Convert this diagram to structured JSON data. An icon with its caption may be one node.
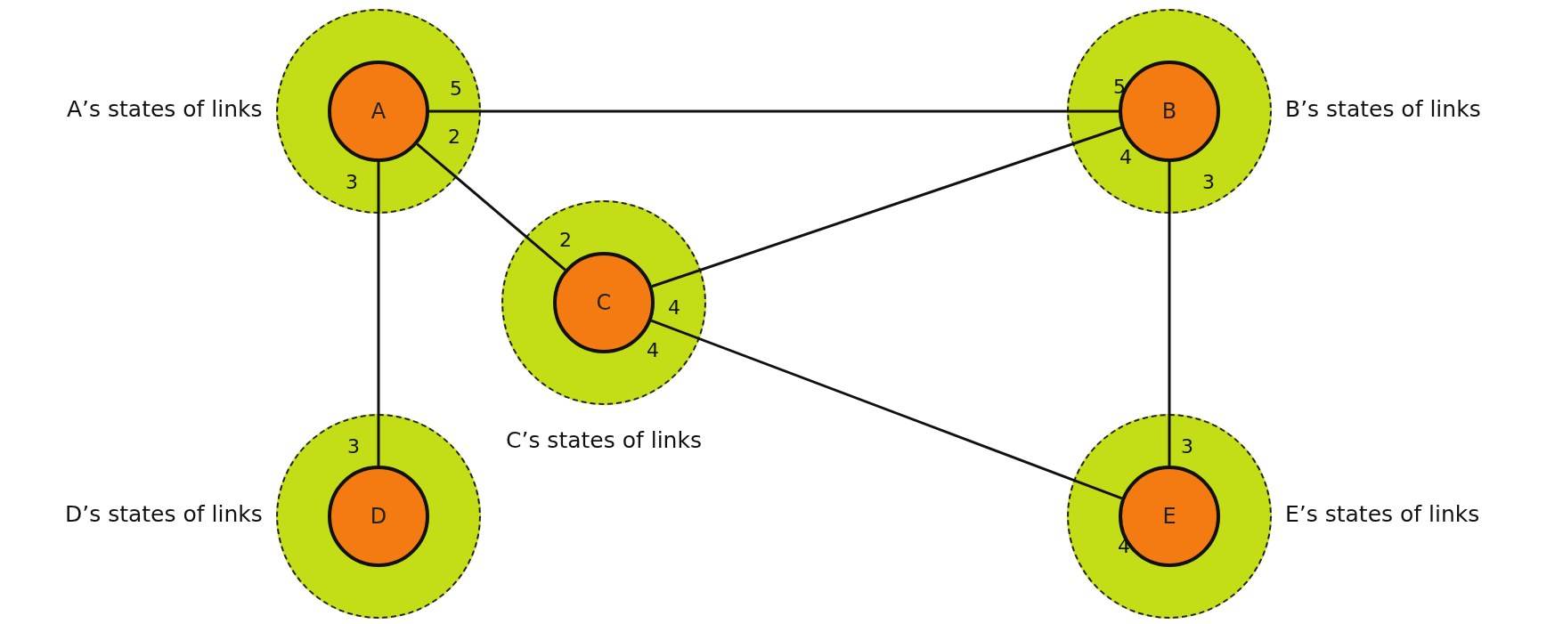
{
  "diagram": {
    "nodes": [
      {
        "text": [],
        "shape": "circle",
        "beside": [
          "A’s states of links"
        ]
      },
      {
        "text": [
          "A"
        ],
        "in": 0
      },
      {
        "text": [],
        "shape": "circle",
        "beside": [
          "B’s states of links"
        ]
      },
      {
        "text": [
          "B"
        ],
        "in": 2
      },
      {
        "text": [],
        "shape": "circle",
        "beside": [
          "C’s states of links"
        ]
      },
      {
        "text": [
          "C"
        ],
        "in": 4
      },
      {
        "text": [],
        "shape": "circle",
        "beside": [
          "D’s states of links"
        ]
      },
      {
        "text": [
          "D"
        ],
        "in": 6
      },
      {
        "text": [],
        "shape": "circle",
        "beside": [
          "E’s states of links"
        ]
      },
      {
        "text": [
          "E"
        ],
        "in": 8
      }
    ],
    "edges": [
      {
        "from": 1,
        "to": 3,
        "arrow": "none"
      },
      {
        "from": 1,
        "to": 5,
        "arrow": "none"
      },
      {
        "from": 1,
        "to": 7,
        "arrow": "none"
      },
      {
        "from": 5,
        "to": 3,
        "arrow": "none"
      },
      {
        "from": 3,
        "to": 9,
        "arrow": "none"
      },
      {
        "from": 5,
        "to": 9,
        "arrow": "none"
      }
    ],
    "labels": [
      "5",
      "5",
      "2",
      "4",
      "3",
      "3",
      "2",
      "4",
      "4",
      "3",
      "3",
      "4"
    ]
  }
}
